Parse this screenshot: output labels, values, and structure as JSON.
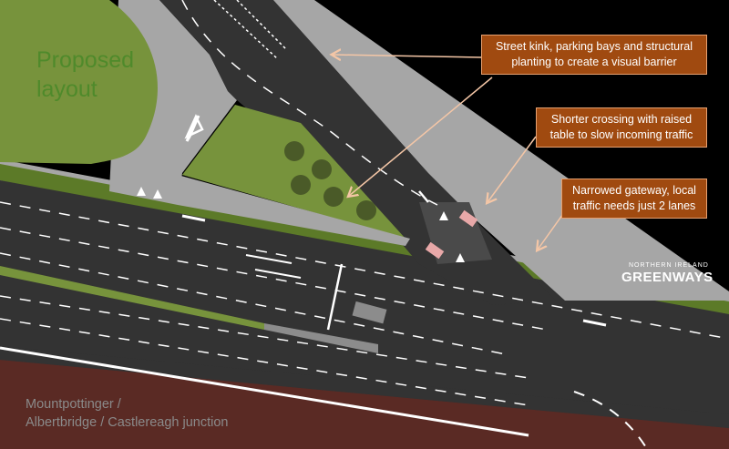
{
  "map": {
    "title_line1": "Proposed",
    "title_line2": "layout",
    "location_line1": "Mountpottinger /",
    "location_line2": "Albertbridge / Castlereagh junction"
  },
  "callouts": [
    {
      "id": "street-kink",
      "line1": "Street kink, parking bays and structural",
      "line2": "planting to create a visual barrier"
    },
    {
      "id": "shorter-crossing",
      "line1": "Shorter crossing with raised",
      "line2": "table to slow incoming traffic"
    },
    {
      "id": "narrowed-gateway",
      "line1": "Narrowed gateway, local",
      "line2": "traffic needs just 2 lanes"
    }
  ],
  "logo": {
    "small_text": "NORTHERN IRELAND",
    "big_text": "GREENWAYS"
  },
  "colors": {
    "background": "#000000",
    "road": "#333333",
    "pavement": "#a6a6a6",
    "grass": "#77933c",
    "callout_fill": "#a04a10",
    "arrow": "#f4c6a6",
    "title_green": "#4f8a2b"
  }
}
